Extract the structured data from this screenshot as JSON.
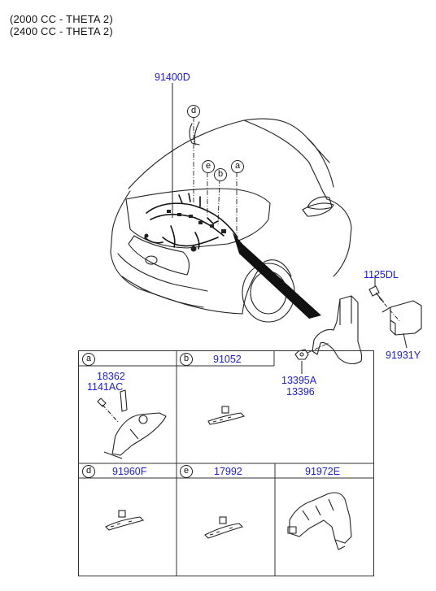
{
  "header": {
    "line1": "(2000 CC - THETA 2)",
    "line2": "(2400 CC - THETA 2)"
  },
  "callouts": {
    "main_harness": "91400D",
    "bolt_top": "1125DL",
    "bracket": "91931Y",
    "nut_a": "13395A",
    "nut_b": "13396"
  },
  "markers": {
    "d": "d",
    "e": "e",
    "b": "b",
    "a": "a"
  },
  "cells": {
    "a": {
      "letter": "a",
      "part1": "18362",
      "part2": "1141AC"
    },
    "b": {
      "letter": "b",
      "part": "91052"
    },
    "d": {
      "letter": "d",
      "part": "91960F"
    },
    "e": {
      "letter": "e",
      "part": "17992"
    },
    "f": {
      "part": "91972E"
    }
  }
}
